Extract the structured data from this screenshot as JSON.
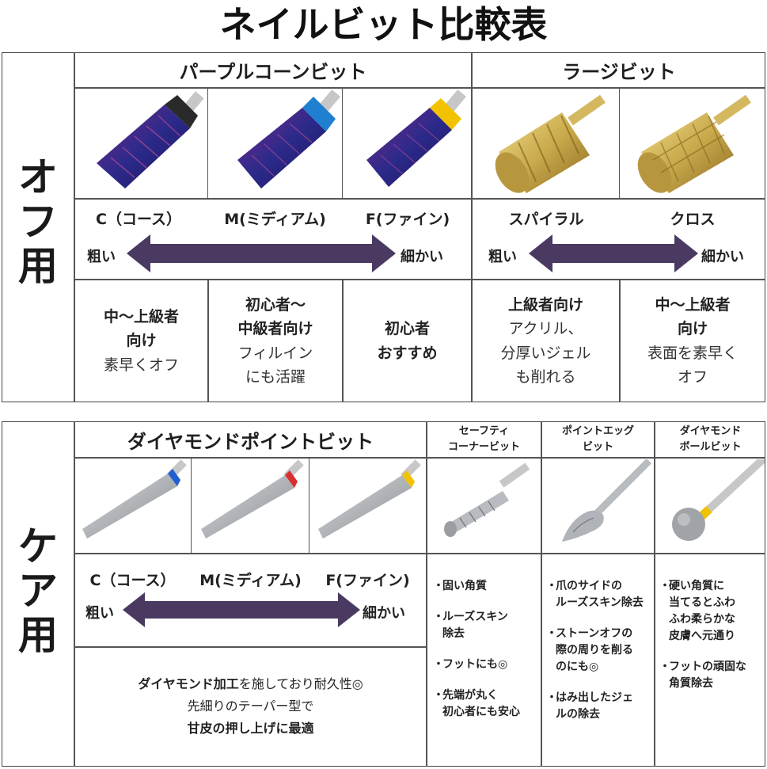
{
  "title": "ネイルビット比較表",
  "off": {
    "side_label": [
      "オ",
      "フ",
      "用"
    ],
    "purple_header": "パープルコーンビット",
    "large_header": "ラージビット",
    "grades": [
      "C（コース）",
      "M(ミディアム)",
      "F(ファイン)"
    ],
    "coarse": "粗い",
    "fine": "細かい",
    "large_types": [
      "スパイラル",
      "クロス"
    ],
    "desc": [
      {
        "bold": [
          "中〜上級者",
          "向け"
        ],
        "normal": [
          "素早くオフ"
        ]
      },
      {
        "bold": [
          "初心者〜",
          "中級者向け"
        ],
        "normal": [
          "フィルイン",
          "にも活躍"
        ]
      },
      {
        "bold": [
          "初心者",
          "おすすめ"
        ],
        "normal": []
      },
      {
        "bold": [
          "上級者向け"
        ],
        "normal": [
          "アクリル、",
          "分厚いジェル",
          "も削れる"
        ]
      },
      {
        "bold": [
          "中〜上級者",
          "向け"
        ],
        "normal": [
          "表面を素早く",
          "オフ"
        ]
      }
    ]
  },
  "care": {
    "side_label": [
      "ケ",
      "ア",
      "用"
    ],
    "diamond_header": "ダイヤモンドポイントビット",
    "small_headers": [
      [
        "セーフティ",
        "コーナービット"
      ],
      [
        "ポイントエッグ",
        "ビット"
      ],
      [
        "ダイヤモンド",
        "ボールビット"
      ]
    ],
    "grades": [
      "C（コース）",
      "M(ミディアム)",
      "F(ファイン)"
    ],
    "coarse": "粗い",
    "fine": "細かい",
    "diamond_desc": {
      "line1_bold": "ダイヤモンド加工",
      "line1_rest": "を施しており耐久性◎",
      "line2": "先細りのテーパー型で",
      "line3": "甘皮の押し上げに最適"
    },
    "bullets": [
      [
        "固い角質",
        "ルーズスキン\n除去",
        "フットにも◎",
        "先端が丸く\n初心者にも安心"
      ],
      [
        "爪のサイドの\nルーズスキン除去",
        "ストーンオフの\n際の周りを削る\nのにも◎",
        "はみ出したジェ\nルの除去"
      ],
      [
        "硬い角質に\n当てるとふわ\nふわ柔らかな\n皮膚へ元通り",
        "フットの頑固な\n角質除去"
      ]
    ],
    "bullet_mark": "・"
  },
  "colors": {
    "arrow": "#4a3a62",
    "border": "#444444",
    "purple_bit": "#3b2a7a",
    "gold_bit": "#c9a94b",
    "diamond_bit": "#a8acb0",
    "band_black": "#2a2a2a",
    "band_blue": "#1f7fd0",
    "band_yellow": "#f2c200",
    "band_red": "#d83030"
  }
}
